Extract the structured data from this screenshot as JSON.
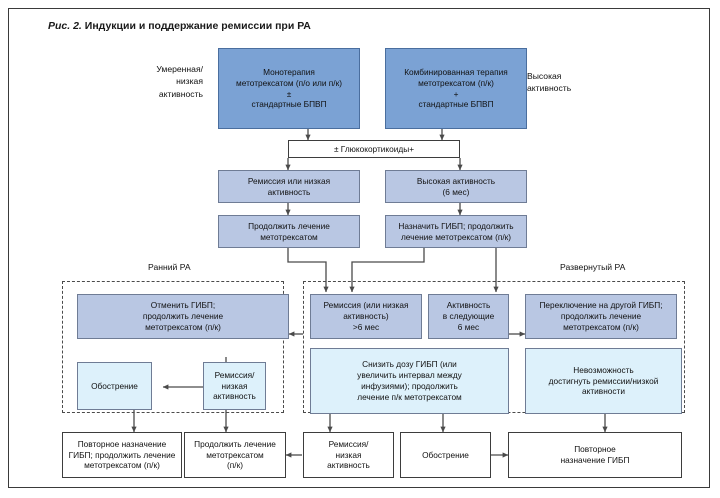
{
  "figure": {
    "caption_number": "Рис. 2.",
    "caption_text": "Индукции и поддержание ремиссии при РА"
  },
  "colors": {
    "node_dark": "#7ba2d4",
    "node_mid": "#b9c7e3",
    "node_cyan": "#ddf1fb",
    "node_white": "#ffffff",
    "border_dark": "#4a6e9e",
    "border_mid": "#6f7c95",
    "frame": "#3a3a3a",
    "connector": "#4a4a4a"
  },
  "side_labels": {
    "left": "Умеренная/\nнизкая\nактивность",
    "right": "Высокая\nактивность"
  },
  "zone_labels": {
    "early": "Ранний РА",
    "established": "Развернутый РА"
  },
  "nodes": {
    "mono_therapy": "Монотерапия\nметотрексатом (п/о или п/к)\n±\nстандартные БПВП",
    "combo_therapy": "Комбинированная терапия\nметотрексатом (п/к)\n+\nстандартные БПВП",
    "glucocorticoids": "± Глюкокортикоиды+",
    "remission_or_low": "Ремиссия или низкая\nактивность",
    "high_activity_6m": "Высокая активность\n(6 мес)",
    "continue_mtx": "Продолжить лечение\nметотрексатом",
    "assign_gibp": "Назначить ГИБП; продолжить\nлечение метотрексатом (п/к)",
    "cancel_gibp": "Отменить ГИБП;\nпродолжить лечение\nметотрексатом (п/к)",
    "remission_gt6m": "Ремиссия (или низкая\nактивность)\n>6 мес",
    "activity_next_6m": "Активность\nв следующие\n6 мес",
    "switch_gibp": "Переключение на другой ГИБП;\nпродолжить лечение\nметотрексатом (п/к)",
    "flare_left": "Обострение",
    "remission_low_mid": "Ремиссия/\nнизкая\nактивность",
    "reduce_gibp_dose": "Снизить дозу ГИБП (или\nувеличить интервал между\nинфузиями); продолжить\nлечение п/к метотрексатом",
    "unable_remission": "Невозможность\nдостигнуть ремиссии/низкой\nактивности",
    "reassign_gibp_continue": "Повторное назначение\nГИБП; продолжить лечение\nметотрексатом (п/к)",
    "continue_mtx_sc": "Продолжить лечение\nметотрексатом\n(п/к)",
    "remission_low_bottom": "Ремиссия/\nнизкая\nактивность",
    "flare_bottom": "Обострение",
    "reassign_gibp": "Повторное\nназначение ГИБП"
  }
}
